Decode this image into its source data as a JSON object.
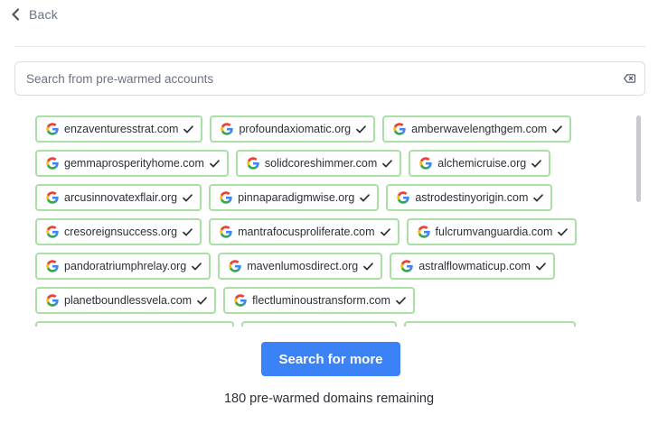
{
  "nav": {
    "back_label": "Back",
    "back_icon": "chevron-left-icon"
  },
  "search": {
    "placeholder": "Search from pre-warmed accounts",
    "value": "",
    "clear_icon": "backspace-icon"
  },
  "domains": {
    "items": [
      "enzaventuresstrat.com",
      "profoundaxiomatic.org",
      "amberwavelengthgem.com",
      "gemmaprosperityhome.com",
      "solidcoreshimmer.com",
      "alchemicruise.org",
      "arcusinnovatexflair.org",
      "pinnaparadigmwise.org",
      "astrodestinyorigin.com",
      "cresoreignsuccess.org",
      "mantrafocusproliferate.com",
      "fulcrumvanguardia.com",
      "pandoratriumphrelay.org",
      "mavenlumosdirect.org",
      "astralflowmaticup.com",
      "planetboundlessvela.com",
      "flectluminoustransform.com"
    ],
    "provider_icon": "google-icon",
    "selected_icon": "checkmark-icon",
    "colors": {
      "chip_border": "#a8e0a3"
    }
  },
  "actions": {
    "search_more_label": "Search for more",
    "button_color": "#3b82f6"
  },
  "footer": {
    "remaining_text": "180 pre-warmed domains remaining"
  }
}
